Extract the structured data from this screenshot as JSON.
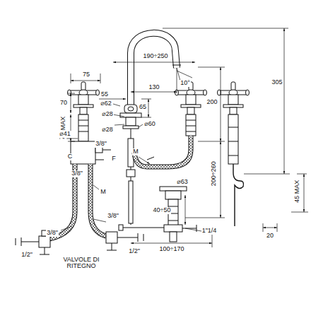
{
  "diagram": {
    "labels": [
      "75",
      "70",
      "⌀62",
      "45 MAX",
      "⌀28",
      "⌀41",
      "3/8\"",
      "C",
      "F",
      "3/8\"",
      "M",
      "3/8\"",
      "3/8\"",
      "1/2\"",
      "VALVOLE DI RITEGNO",
      "1/2\"",
      "190÷250",
      "55",
      "130",
      "10°",
      "65",
      "⌀28",
      "⌀60",
      "M",
      "⌀63",
      "40÷50",
      "1\"1/4",
      "100÷170",
      "200",
      "305",
      "200÷260",
      "45 MAX",
      "20"
    ]
  }
}
